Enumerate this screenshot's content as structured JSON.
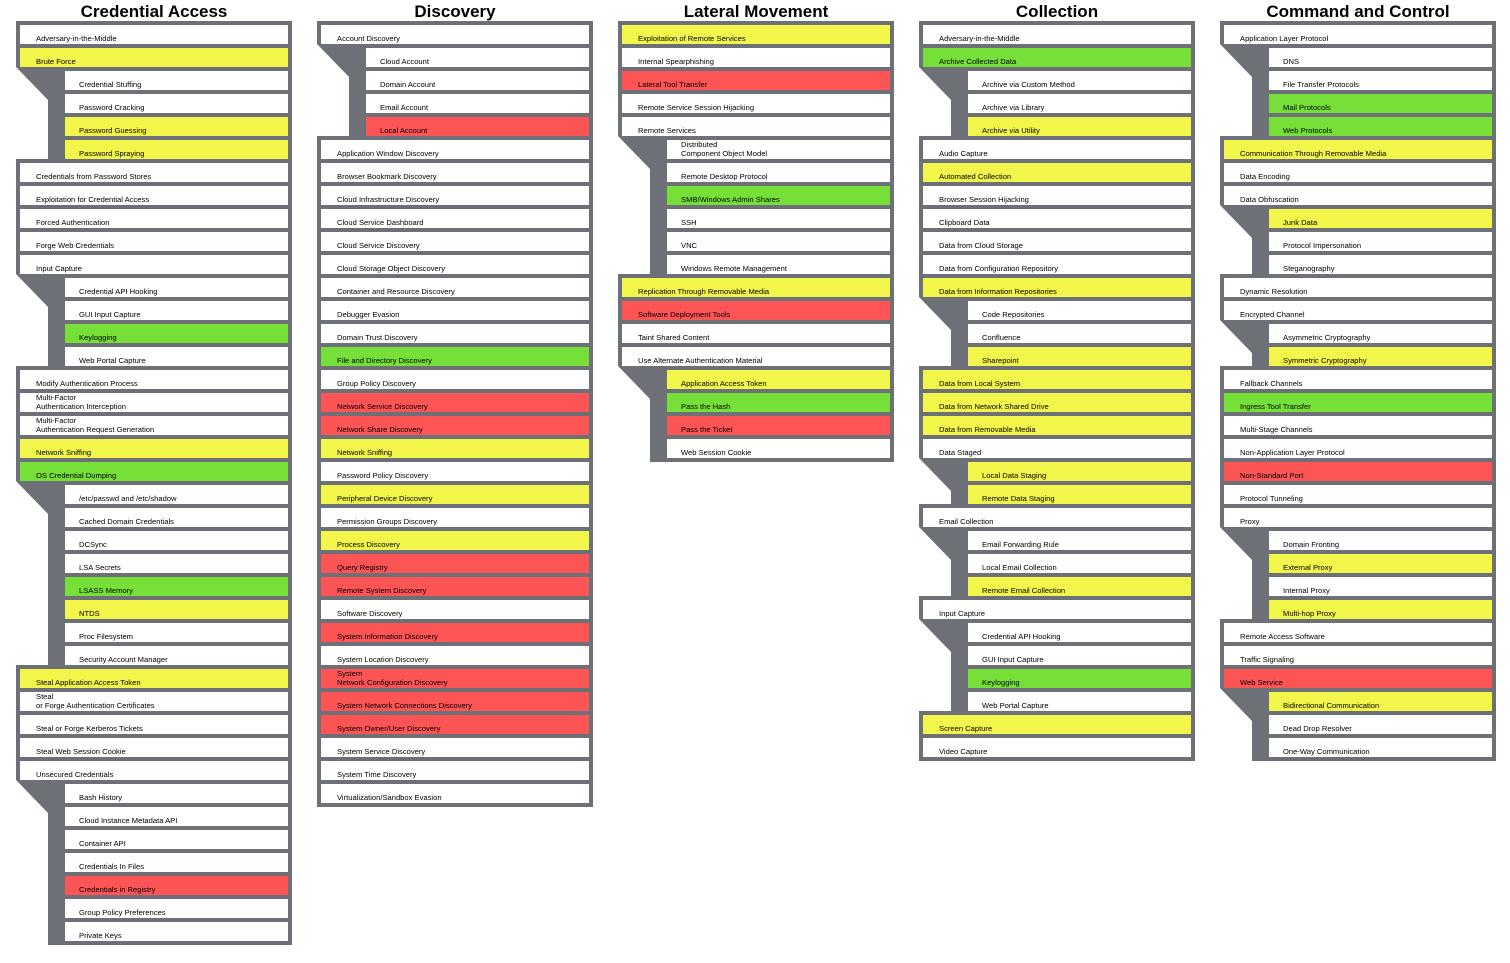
{
  "colors": {
    "none": "#ffffff",
    "yellow": "#f2f54a",
    "green": "#76e038",
    "red": "#fd5455",
    "border": "#6e7077"
  },
  "columns": [
    {
      "title": "Credential Access",
      "items": [
        {
          "label": "Adversary-in-the-Middle",
          "color": "none"
        },
        {
          "label": "Brute Force",
          "color": "yellow",
          "subs": [
            {
              "label": "Credential Stuffing",
              "color": "none"
            },
            {
              "label": "Password Cracking",
              "color": "none"
            },
            {
              "label": "Password Guessing",
              "color": "yellow"
            },
            {
              "label": "Password Spraying",
              "color": "yellow"
            }
          ]
        },
        {
          "label": "Credentials from Password Stores",
          "color": "none"
        },
        {
          "label": "Exploitation for Credential Access",
          "color": "none"
        },
        {
          "label": "Forced Authentication",
          "color": "none"
        },
        {
          "label": "Forge Web Credentials",
          "color": "none"
        },
        {
          "label": "Input Capture",
          "color": "none",
          "subs": [
            {
              "label": "Credential API Hooking",
              "color": "none"
            },
            {
              "label": "GUI Input Capture",
              "color": "none"
            },
            {
              "label": "Keylogging",
              "color": "green"
            },
            {
              "label": "Web Portal Capture",
              "color": "none"
            }
          ]
        },
        {
          "label": "Modify Authentication Process",
          "color": "none"
        },
        {
          "label": "Multi-Factor\nAuthentication Interception",
          "color": "none"
        },
        {
          "label": "Multi-Factor\nAuthentication Request Generation",
          "color": "none"
        },
        {
          "label": "Network Sniffing",
          "color": "yellow"
        },
        {
          "label": "OS Credential Dumping",
          "color": "green",
          "subs": [
            {
              "label": "/etc/passwd and /etc/shadow",
              "color": "none"
            },
            {
              "label": "Cached Domain Credentials",
              "color": "none"
            },
            {
              "label": "DCSync",
              "color": "none"
            },
            {
              "label": "LSA Secrets",
              "color": "none"
            },
            {
              "label": "LSASS Memory",
              "color": "green"
            },
            {
              "label": "NTDS",
              "color": "yellow"
            },
            {
              "label": "Proc Filesystem",
              "color": "none"
            },
            {
              "label": "Security Account Manager",
              "color": "none"
            }
          ]
        },
        {
          "label": "Steal Application Access Token",
          "color": "yellow"
        },
        {
          "label": "Steal\nor Forge Authentication Certificates",
          "color": "none"
        },
        {
          "label": "Steal or Forge Kerberos Tickets",
          "color": "none"
        },
        {
          "label": "Steal Web Session Cookie",
          "color": "none"
        },
        {
          "label": "Unsecured Credentials",
          "color": "none",
          "subs": [
            {
              "label": "Bash History",
              "color": "none"
            },
            {
              "label": "Cloud Instance Metadata API",
              "color": "none"
            },
            {
              "label": "Container API",
              "color": "none"
            },
            {
              "label": "Credentials In Files",
              "color": "none"
            },
            {
              "label": "Credentials in Registry",
              "color": "red"
            },
            {
              "label": "Group Policy Preferences",
              "color": "none"
            },
            {
              "label": "Private Keys",
              "color": "none"
            }
          ]
        }
      ]
    },
    {
      "title": "Discovery",
      "items": [
        {
          "label": "Account Discovery",
          "color": "none",
          "subs": [
            {
              "label": "Cloud Account",
              "color": "none"
            },
            {
              "label": "Domain Account",
              "color": "none"
            },
            {
              "label": "Email Account",
              "color": "none"
            },
            {
              "label": "Local Account",
              "color": "red"
            }
          ]
        },
        {
          "label": "Application Window Discovery",
          "color": "none"
        },
        {
          "label": "Browser Bookmark Discovery",
          "color": "none"
        },
        {
          "label": "Cloud Infrastructure Discovery",
          "color": "none"
        },
        {
          "label": "Cloud Service Dashboard",
          "color": "none"
        },
        {
          "label": "Cloud Service Discovery",
          "color": "none"
        },
        {
          "label": "Cloud Storage Object Discovery",
          "color": "none"
        },
        {
          "label": "Container and Resource Discovery",
          "color": "none"
        },
        {
          "label": "Debugger Evasion",
          "color": "none"
        },
        {
          "label": "Domain Trust Discovery",
          "color": "none"
        },
        {
          "label": "File and Directory Discovery",
          "color": "green"
        },
        {
          "label": "Group Policy Discovery",
          "color": "none"
        },
        {
          "label": "Network Service Discovery",
          "color": "red"
        },
        {
          "label": "Network Share Discovery",
          "color": "red"
        },
        {
          "label": "Network Sniffing",
          "color": "yellow"
        },
        {
          "label": "Password Policy Discovery",
          "color": "none"
        },
        {
          "label": "Peripheral Device Discovery",
          "color": "yellow"
        },
        {
          "label": "Permission Groups Discovery",
          "color": "none"
        },
        {
          "label": "Process Discovery",
          "color": "yellow"
        },
        {
          "label": "Query Registry",
          "color": "red"
        },
        {
          "label": "Remote System Discovery",
          "color": "red"
        },
        {
          "label": "Software Discovery",
          "color": "none"
        },
        {
          "label": "System Information Discovery",
          "color": "red"
        },
        {
          "label": "System Location Discovery",
          "color": "none"
        },
        {
          "label": "System\nNetwork Configuration Discovery",
          "color": "red"
        },
        {
          "label": "System Network Connections Discovery",
          "color": "red"
        },
        {
          "label": "System Owner/User Discovery",
          "color": "red"
        },
        {
          "label": "System Service Discovery",
          "color": "none"
        },
        {
          "label": "System Time Discovery",
          "color": "none"
        },
        {
          "label": "Virtualization/Sandbox Evasion",
          "color": "none"
        }
      ]
    },
    {
      "title": "Lateral Movement",
      "items": [
        {
          "label": "Exploitation of Remote Services",
          "color": "yellow"
        },
        {
          "label": "Internal Spearphishing",
          "color": "none"
        },
        {
          "label": "Lateral Tool Transfer",
          "color": "red"
        },
        {
          "label": "Remote Service Session Hijacking",
          "color": "none"
        },
        {
          "label": "Remote Services",
          "color": "none",
          "subs": [
            {
              "label": "Distributed\nComponent Object Model",
              "color": "none"
            },
            {
              "label": "Remote Desktop Protocol",
              "color": "none"
            },
            {
              "label": "SMB/Windows Admin Shares",
              "color": "green"
            },
            {
              "label": "SSH",
              "color": "none"
            },
            {
              "label": "VNC",
              "color": "none"
            },
            {
              "label": "Windows Remote Management",
              "color": "none"
            }
          ]
        },
        {
          "label": "Replication Through Removable Media",
          "color": "yellow"
        },
        {
          "label": "Software Deployment Tools",
          "color": "red"
        },
        {
          "label": "Taint Shared Content",
          "color": "none"
        },
        {
          "label": "Use Alternate Authentication Material",
          "color": "none",
          "subs": [
            {
              "label": "Application Access Token",
              "color": "yellow"
            },
            {
              "label": "Pass the Hash",
              "color": "green"
            },
            {
              "label": "Pass the Ticket",
              "color": "red"
            },
            {
              "label": "Web Session Cookie",
              "color": "none"
            }
          ]
        }
      ]
    },
    {
      "title": "Collection",
      "items": [
        {
          "label": "Adversary-in-the-Middle",
          "color": "none"
        },
        {
          "label": "Archive Collected Data",
          "color": "green",
          "subs": [
            {
              "label": "Archive via Custom Method",
              "color": "none"
            },
            {
              "label": "Archive via Library",
              "color": "none"
            },
            {
              "label": "Archive via Utility",
              "color": "yellow"
            }
          ]
        },
        {
          "label": "Audio Capture",
          "color": "none"
        },
        {
          "label": "Automated Collection",
          "color": "yellow"
        },
        {
          "label": "Browser Session Hijacking",
          "color": "none"
        },
        {
          "label": "Clipboard Data",
          "color": "none"
        },
        {
          "label": "Data from Cloud Storage",
          "color": "none"
        },
        {
          "label": "Data from Configuration Repository",
          "color": "none"
        },
        {
          "label": "Data from Information Repositories",
          "color": "yellow",
          "subs": [
            {
              "label": "Code Repositories",
              "color": "none"
            },
            {
              "label": "Confluence",
              "color": "none"
            },
            {
              "label": "Sharepoint",
              "color": "yellow"
            }
          ]
        },
        {
          "label": "Data from Local System",
          "color": "yellow"
        },
        {
          "label": "Data from Network Shared Drive",
          "color": "yellow"
        },
        {
          "label": "Data from Removable Media",
          "color": "yellow"
        },
        {
          "label": "Data Staged",
          "color": "none",
          "subs": [
            {
              "label": "Local Data Staging",
              "color": "yellow"
            },
            {
              "label": "Remote Data Staging",
              "color": "yellow"
            }
          ]
        },
        {
          "label": "Email Collection",
          "color": "none",
          "subs": [
            {
              "label": "Email Forwarding Rule",
              "color": "none"
            },
            {
              "label": "Local Email Collection",
              "color": "none"
            },
            {
              "label": "Remote Email Collection",
              "color": "yellow"
            }
          ]
        },
        {
          "label": "Input Capture",
          "color": "none",
          "subs": [
            {
              "label": "Credential API Hooking",
              "color": "none"
            },
            {
              "label": "GUI Input Capture",
              "color": "none"
            },
            {
              "label": "Keylogging",
              "color": "green"
            },
            {
              "label": "Web Portal Capture",
              "color": "none"
            }
          ]
        },
        {
          "label": "Screen Capture",
          "color": "yellow"
        },
        {
          "label": "Video Capture",
          "color": "none"
        }
      ]
    },
    {
      "title": "Command and Control",
      "items": [
        {
          "label": "Application Layer Protocol",
          "color": "none",
          "subs": [
            {
              "label": "DNS",
              "color": "none"
            },
            {
              "label": "File Transfer Protocols",
              "color": "none"
            },
            {
              "label": "Mail Protocols",
              "color": "green"
            },
            {
              "label": "Web Protocols",
              "color": "green"
            }
          ]
        },
        {
          "label": "Communication Through Removable Media",
          "color": "yellow"
        },
        {
          "label": "Data Encoding",
          "color": "none"
        },
        {
          "label": "Data Obfuscation",
          "color": "none",
          "subs": [
            {
              "label": "Junk Data",
              "color": "yellow"
            },
            {
              "label": "Protocol Impersonation",
              "color": "none"
            },
            {
              "label": "Steganography",
              "color": "none"
            }
          ]
        },
        {
          "label": "Dynamic Resolution",
          "color": "none"
        },
        {
          "label": "Encrypted Channel",
          "color": "none",
          "subs": [
            {
              "label": "Asymmetric Cryptography",
              "color": "none"
            },
            {
              "label": "Symmetric Cryptography",
              "color": "yellow"
            }
          ]
        },
        {
          "label": "Fallback Channels",
          "color": "none"
        },
        {
          "label": "Ingress Tool Transfer",
          "color": "green"
        },
        {
          "label": "Multi-Stage Channels",
          "color": "none"
        },
        {
          "label": "Non-Application Layer Protocol",
          "color": "none"
        },
        {
          "label": "Non-Standard Port",
          "color": "red"
        },
        {
          "label": "Protocol Tunneling",
          "color": "none"
        },
        {
          "label": "Proxy",
          "color": "none",
          "subs": [
            {
              "label": "Domain Fronting",
              "color": "none"
            },
            {
              "label": "External Proxy",
              "color": "yellow"
            },
            {
              "label": "Internal Proxy",
              "color": "none"
            },
            {
              "label": "Multi-hop Proxy",
              "color": "yellow"
            }
          ]
        },
        {
          "label": "Remote Access Software",
          "color": "none"
        },
        {
          "label": "Traffic Signaling",
          "color": "none"
        },
        {
          "label": "Web Service",
          "color": "red",
          "subs": [
            {
              "label": "Bidirectional Communication",
              "color": "yellow"
            },
            {
              "label": "Dead Drop Resolver",
              "color": "none"
            },
            {
              "label": "One-Way Communication",
              "color": "none"
            }
          ]
        }
      ]
    }
  ]
}
